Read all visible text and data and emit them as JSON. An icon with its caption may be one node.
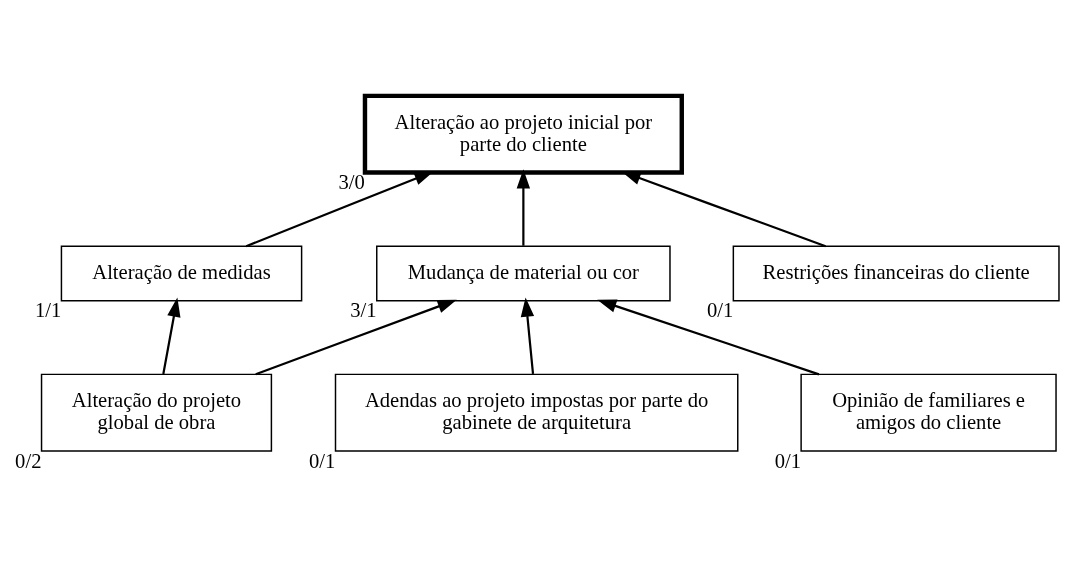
{
  "diagram": {
    "nodes": [
      {
        "text": [
          "Alteração ao projeto inicial por parte do cliente"
        ],
        "beside": [
          "3/0"
        ]
      },
      {
        "text": [
          "Alteração de medidas"
        ],
        "beside": [
          "1/1"
        ]
      },
      {
        "text": [
          "Restrições financeiras do cliente"
        ],
        "beside": [
          "0/1"
        ]
      },
      {
        "text": [
          "Alteração do projeto global de obra"
        ],
        "beside": [
          "0/2"
        ]
      },
      {
        "text": [
          "Mudança de material ou cor"
        ],
        "beside": [
          "3/1"
        ]
      },
      {
        "text": [
          "Adendas ao projeto impostas por parte do gabinete de arquitetura"
        ],
        "beside": [
          "0/1"
        ]
      },
      {
        "text": [
          "Opinião de familiares e amigos do cliente"
        ],
        "beside": [
          "0/1"
        ]
      }
    ],
    "edges": [
      {
        "from": 1,
        "to": 0,
        "arrow": "to"
      },
      {
        "from": 2,
        "to": 0,
        "arrow": "to"
      },
      {
        "from": 4,
        "to": 0,
        "arrow": "to"
      },
      {
        "from": 3,
        "to": 1,
        "arrow": "to"
      },
      {
        "from": 3,
        "to": 4,
        "arrow": "to"
      },
      {
        "from": 6,
        "to": 4,
        "arrow": "to"
      },
      {
        "from": 5,
        "to": 4,
        "arrow": "to"
      }
    ]
  }
}
